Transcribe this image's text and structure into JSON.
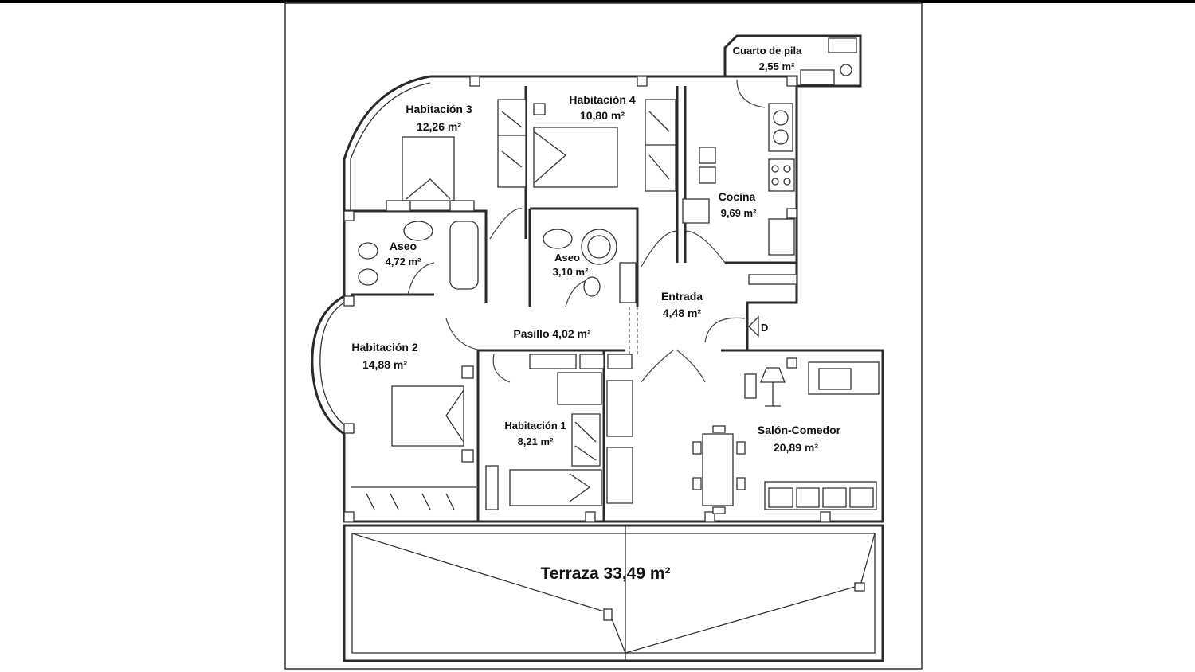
{
  "rooms": [
    {
      "id": "cuarto-de-pila",
      "name": "Cuarto de pila",
      "area": "2,55 m²"
    },
    {
      "id": "habitacion-3",
      "name": "Habitación 3",
      "area": "12,26 m²"
    },
    {
      "id": "habitacion-4",
      "name": "Habitación 4",
      "area": "10,80 m²"
    },
    {
      "id": "cocina",
      "name": "Cocina",
      "area": "9,69 m²"
    },
    {
      "id": "aseo-1",
      "name": "Aseo",
      "area": "4,72 m²"
    },
    {
      "id": "aseo-2",
      "name": "Aseo",
      "area": "3,10 m²"
    },
    {
      "id": "entrada",
      "name": "Entrada",
      "area": "4,48 m²"
    },
    {
      "id": "pasillo",
      "name": "Pasillo 4,02 m²",
      "area": ""
    },
    {
      "id": "habitacion-2",
      "name": "Habitación 2",
      "area": "14,88 m²"
    },
    {
      "id": "habitacion-1",
      "name": "Habitación 1",
      "area": "8,21 m²"
    },
    {
      "id": "salon-comedor",
      "name": "Salón-Comedor",
      "area": "20,89 m²"
    },
    {
      "id": "terraza",
      "name": "Terraza 33,49 m²",
      "area": ""
    }
  ],
  "entrance_marker": "D"
}
